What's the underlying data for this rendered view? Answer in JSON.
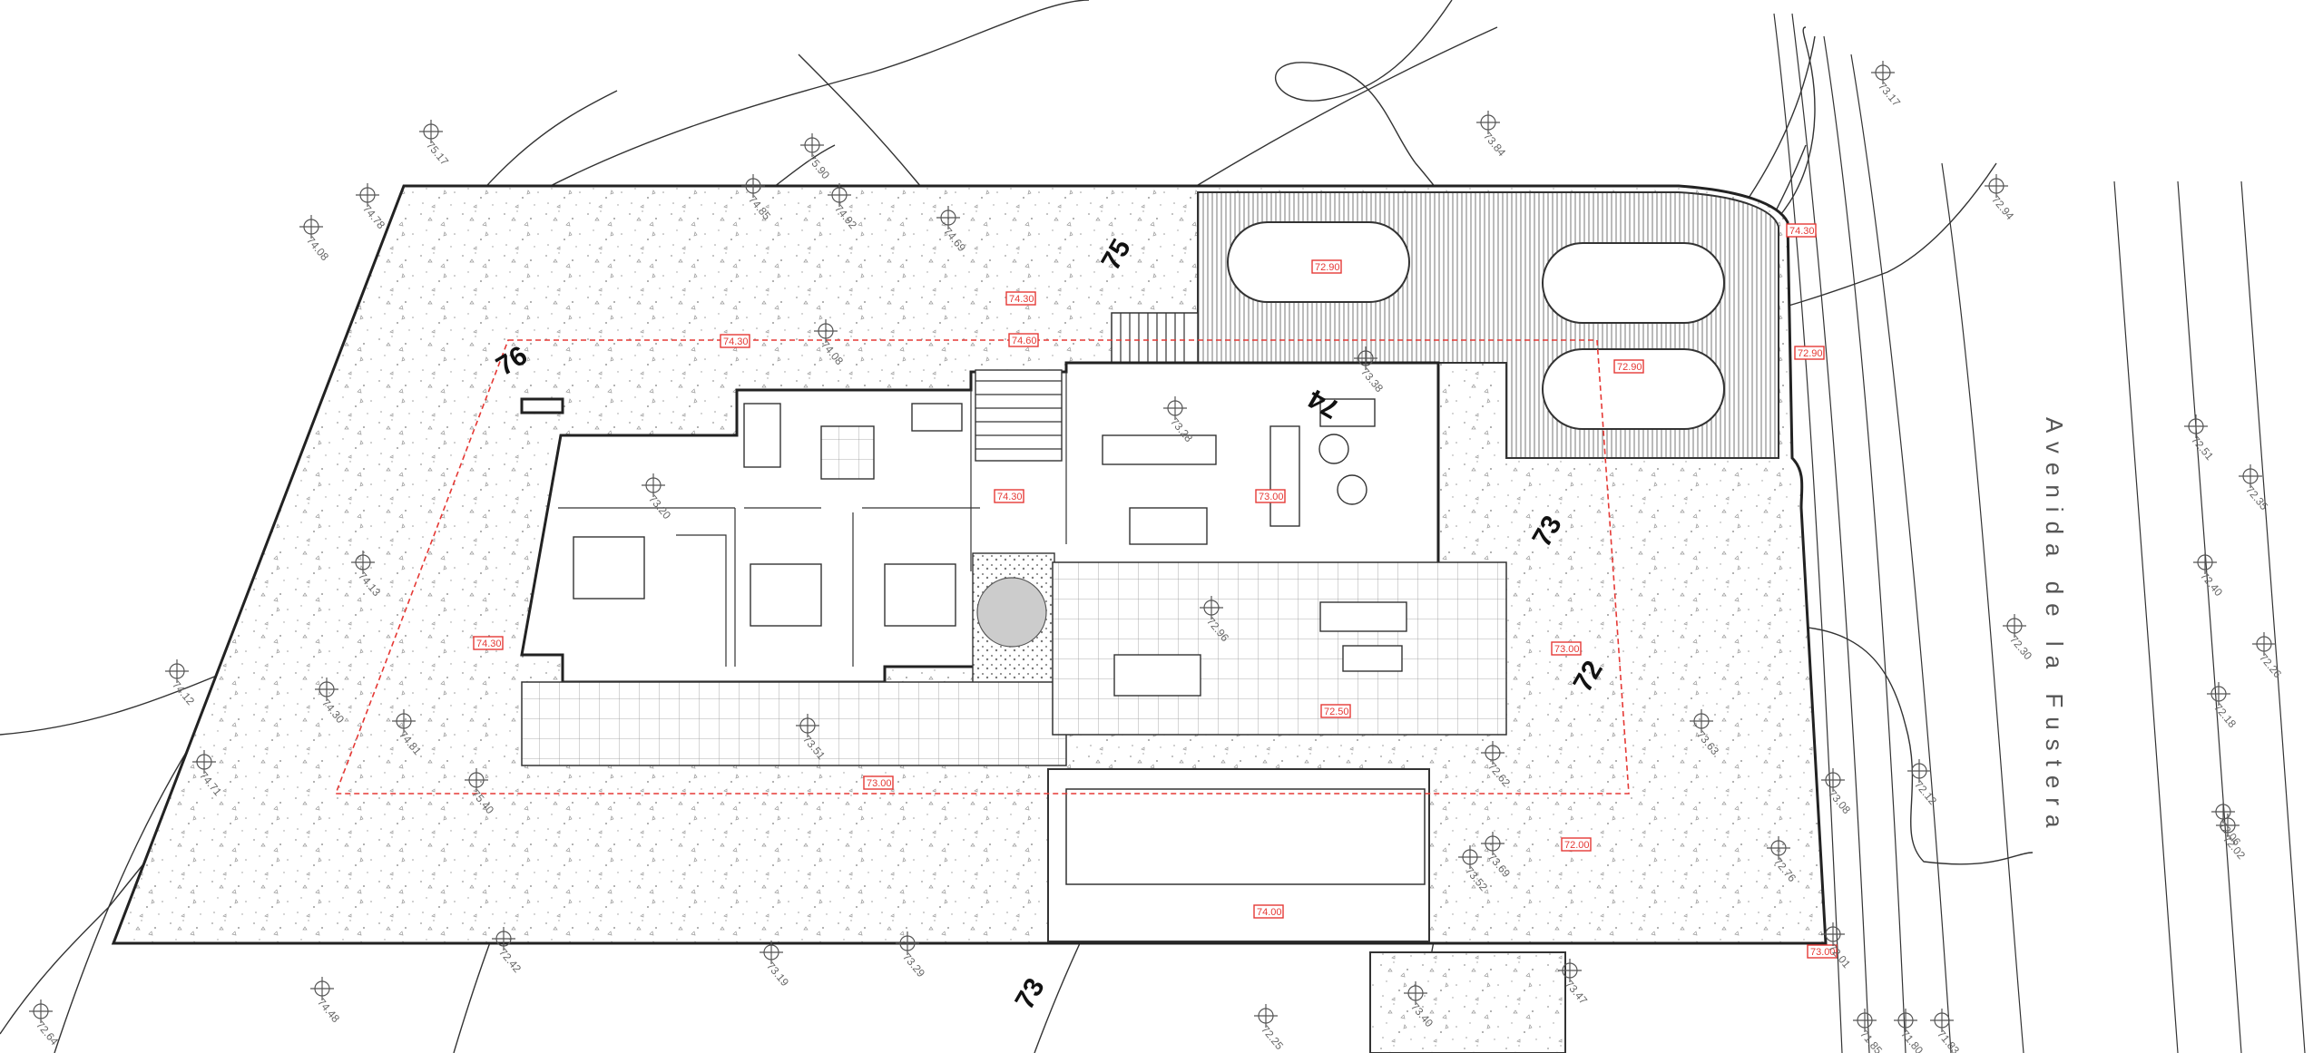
{
  "street_name": "Avenida de la Fustera",
  "contour_labels": [
    "76",
    "75",
    "74",
    "73",
    "72",
    "73"
  ],
  "level_tags": [
    "74.30",
    "74.30",
    "74.60",
    "72.90",
    "72.90",
    "72.90",
    "73.00",
    "74.30",
    "73.00",
    "74.00",
    "72.50",
    "72.00",
    "73.00",
    "74.30",
    "74.30",
    "73.00"
  ],
  "survey_points": [
    "75.17",
    "74.78",
    "74.08",
    "75.90",
    "74.85",
    "74.92",
    "74.69",
    "74.08",
    "73.84",
    "73.17",
    "72.94",
    "73.38",
    "73.28",
    "73.20",
    "74.13",
    "74.30",
    "74.12",
    "72.96",
    "73.51",
    "74.81",
    "74.71",
    "75.40",
    "72.62",
    "72.51",
    "72.35",
    "72.40",
    "72.30",
    "72.26",
    "72.18",
    "73.63",
    "72.12",
    "73.08",
    "72.06",
    "72.02",
    "72.76",
    "73.69",
    "73.52",
    "72.01",
    "74.48",
    "73.19",
    "73.29",
    "72.25",
    "73.40",
    "73.47",
    "71.80",
    "71.83",
    "71.85",
    "72.64",
    "72.42"
  ],
  "colors": {
    "line": "#222222",
    "tag_red": "#e53935",
    "gravel": "#9a9a9a"
  }
}
